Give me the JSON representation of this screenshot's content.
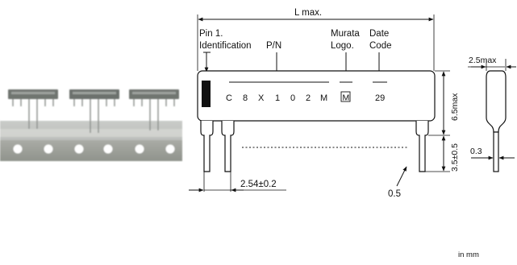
{
  "photo": {
    "description_icon": "resistor-network-photo-icon"
  },
  "dimensions": {
    "length": "L max.",
    "height": "6.5max",
    "lead_length": "3.5±0.5",
    "thickness": "2.5max",
    "pitch": "2.54±0.2",
    "lead_width": "0.5",
    "lead_thickness": "0.3"
  },
  "callouts": {
    "pin1_line1": "Pin 1.",
    "pin1_line2": "Identification",
    "part_number": "P/N",
    "logo_line1": "Murata",
    "logo_line2": "Logo.",
    "date_line1": "Date",
    "date_line2": "Code"
  },
  "marking": {
    "part_chars": [
      "C",
      "8",
      "X",
      "1",
      "0",
      "2",
      "M"
    ],
    "logo_glyph": "M",
    "date_code": "29"
  },
  "units_note": "in mm"
}
